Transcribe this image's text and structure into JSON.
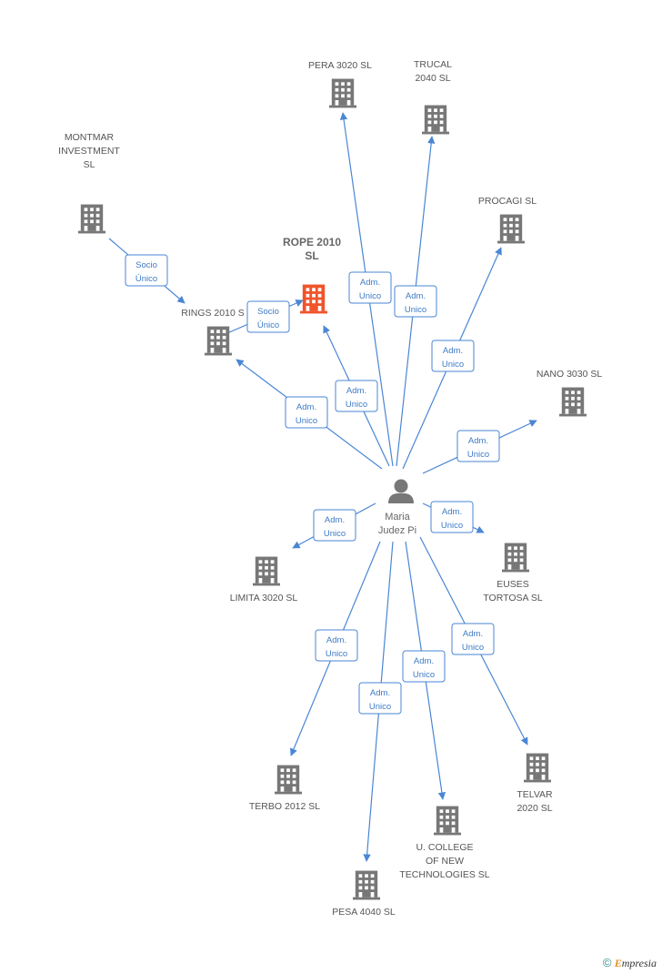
{
  "colors": {
    "edge": "#4a86d4",
    "building": "#777777",
    "building_highlight": "#f0542b",
    "person": "#777777"
  },
  "center": {
    "id": "maria",
    "lines": [
      "Maria",
      "Judez Pi"
    ],
    "icon": "person-icon"
  },
  "companies": [
    {
      "id": "pera",
      "lines": [
        "PERA 3020  SL"
      ],
      "highlight": false
    },
    {
      "id": "trucal",
      "lines": [
        "TRUCAL",
        "2040 SL"
      ],
      "highlight": false
    },
    {
      "id": "montmar",
      "lines": [
        "MONTMAR",
        "INVESTMENT",
        "SL"
      ],
      "highlight": false
    },
    {
      "id": "procagi",
      "lines": [
        "PROCAGI SL"
      ],
      "highlight": false
    },
    {
      "id": "rope",
      "lines": [
        "ROPE 2010",
        "SL"
      ],
      "highlight": true
    },
    {
      "id": "rings",
      "lines": [
        "RINGS 2010 S"
      ],
      "highlight": false
    },
    {
      "id": "nano",
      "lines": [
        "NANO 3030 SL"
      ],
      "highlight": false
    },
    {
      "id": "limita",
      "lines": [
        "LIMITA 3020 SL"
      ],
      "highlight": false
    },
    {
      "id": "euses",
      "lines": [
        "EUSES",
        "TORTOSA SL"
      ],
      "highlight": false
    },
    {
      "id": "terbo",
      "lines": [
        "TERBO 2012 SL"
      ],
      "highlight": false
    },
    {
      "id": "telvar",
      "lines": [
        "TELVAR",
        "2020 SL"
      ],
      "highlight": false
    },
    {
      "id": "ucollege",
      "lines": [
        "U.  COLLEGE",
        "OF NEW",
        "TECHNOLOGIES SL"
      ],
      "highlight": false
    },
    {
      "id": "pesa",
      "lines": [
        "PESA 4040 SL"
      ],
      "highlight": false
    }
  ],
  "relations": [
    {
      "from": "maria",
      "to": "pera",
      "lines": [
        "Adm.",
        "Unico"
      ]
    },
    {
      "from": "maria",
      "to": "trucal",
      "lines": [
        "Adm.",
        "Unico"
      ]
    },
    {
      "from": "maria",
      "to": "procagi",
      "lines": [
        "Adm.",
        "Unico"
      ]
    },
    {
      "from": "maria",
      "to": "rope",
      "lines": [
        "Adm.",
        "Unico"
      ]
    },
    {
      "from": "maria",
      "to": "rings",
      "lines": [
        "Adm.",
        "Unico"
      ]
    },
    {
      "from": "maria",
      "to": "nano",
      "lines": [
        "Adm.",
        "Unico"
      ]
    },
    {
      "from": "maria",
      "to": "limita",
      "lines": [
        "Adm.",
        "Unico"
      ]
    },
    {
      "from": "maria",
      "to": "euses",
      "lines": [
        "Adm.",
        "Unico"
      ]
    },
    {
      "from": "maria",
      "to": "terbo",
      "lines": [
        "Adm.",
        "Unico"
      ]
    },
    {
      "from": "maria",
      "to": "telvar",
      "lines": [
        "Adm.",
        "Unico"
      ]
    },
    {
      "from": "maria",
      "to": "ucollege",
      "lines": [
        "Adm.",
        "Unico"
      ]
    },
    {
      "from": "maria",
      "to": "pesa",
      "lines": [
        "Adm.",
        "Unico"
      ]
    },
    {
      "from": "montmar",
      "to": "rings",
      "lines": [
        "Socio",
        "Único"
      ]
    },
    {
      "from": "rings",
      "to": "rope",
      "lines": [
        "Socio",
        "Único"
      ]
    }
  ],
  "footer": {
    "symbol": "©",
    "brand_initial": "E",
    "brand_rest": "mpresia"
  }
}
